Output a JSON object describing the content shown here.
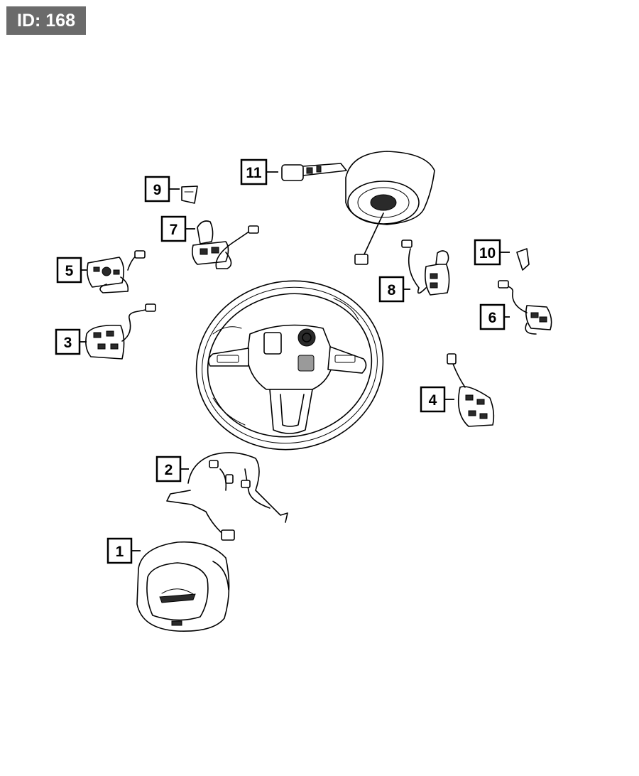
{
  "badge": {
    "text": "ID: 168"
  },
  "callouts": [
    {
      "id": "1",
      "label": "1"
    },
    {
      "id": "2",
      "label": "2"
    },
    {
      "id": "3",
      "label": "3"
    },
    {
      "id": "4",
      "label": "4"
    },
    {
      "id": "5",
      "label": "5"
    },
    {
      "id": "6",
      "label": "6"
    },
    {
      "id": "7",
      "label": "7"
    },
    {
      "id": "8",
      "label": "8"
    },
    {
      "id": "9",
      "label": "9"
    },
    {
      "id": "10",
      "label": "10"
    },
    {
      "id": "11",
      "label": "11"
    }
  ]
}
